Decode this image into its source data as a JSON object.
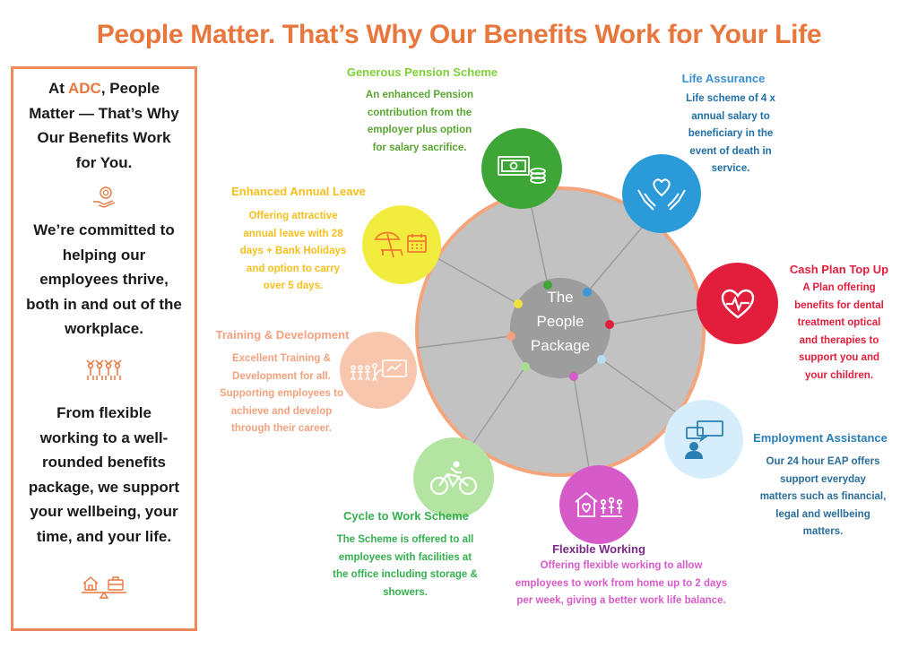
{
  "title": "People Matter. That’s Why Our Benefits Work for Your Life",
  "left_panel": {
    "line1_prefix": "At ",
    "company": "ADC",
    "line1_suffix": ", People",
    "line2": "Matter — That’s Why",
    "line3": "Our Benefits Work",
    "line4": "for You.",
    "commit_lines": [
      "We’re committed to",
      "helping our",
      "employees thrive,",
      "both in and out of the",
      "workplace."
    ],
    "support_lines": [
      "From flexible",
      "working to a well-",
      "rounded benefits",
      "package, we support",
      "your wellbeing, your",
      "time, and your life."
    ],
    "icons": [
      "hand-heart-icon",
      "people-group-icon",
      "work-life-balance-icon"
    ]
  },
  "center": {
    "lines": [
      "The",
      "People",
      "Package"
    ]
  },
  "colors": {
    "brand_orange": "#e8773d",
    "wheel_grey": "#c2c2c2",
    "pension_green": "#3da637",
    "life_blue": "#2a8fce",
    "cashplan_red": "#e31e3c",
    "eap_blue": "#2a7fb5",
    "flexible_purple": "#7a2a86",
    "flexible_pink": "#d65bc9",
    "cycle_green": "#35b04e",
    "training_peach": "#f2a27e",
    "leave_yellow": "#f0c419"
  },
  "benefits": {
    "pension": {
      "title": "Generous Pension Scheme",
      "lines": [
        "An enhanced Pension",
        "contribution from the",
        "employer plus option",
        "for salary sacrifice."
      ],
      "icon": "money-coins-icon"
    },
    "life": {
      "title": "Life Assurance",
      "lines": [
        "Life scheme of 4 x",
        "annual salary to",
        "beneficiary in the",
        "event of death in",
        "service."
      ],
      "icon": "hands-heart-icon"
    },
    "cashplan": {
      "title": "Cash Plan Top Up",
      "lines": [
        "A Plan offering",
        "benefits for dental",
        "treatment optical",
        "and therapies to",
        "support you and",
        "your children."
      ],
      "icon": "heartbeat-icon"
    },
    "eap": {
      "title": "Employment Assistance",
      "lines": [
        "Our 24 hour EAP offers",
        "support everyday",
        "matters such as financial,",
        "legal and wellbeing",
        "matters."
      ],
      "icon": "chat-person-icon"
    },
    "flexible": {
      "title": "Flexible Working",
      "lines": [
        "Offering flexible working to allow",
        "employees to work from home up to 2 days",
        "per week, giving a better work life balance."
      ],
      "icon": "home-family-icon"
    },
    "cycle": {
      "title": "Cycle to Work Scheme",
      "lines": [
        "The Scheme is offered to all",
        "employees with facilities at",
        "the office including storage &",
        "showers."
      ],
      "icon": "cyclist-icon"
    },
    "training": {
      "title": "Training & Development",
      "lines": [
        "Excellent Training &",
        "Development for all.",
        "Supporting employees to",
        "achieve and develop",
        "through their career."
      ],
      "icon": "presentation-icon"
    },
    "leave": {
      "title": "Enhanced Annual Leave",
      "lines": [
        "Offering attractive",
        "annual leave with 28",
        "days + Bank Holidays",
        "and option to carry",
        "over 5 days."
      ],
      "icon": "beach-calendar-icon"
    }
  }
}
